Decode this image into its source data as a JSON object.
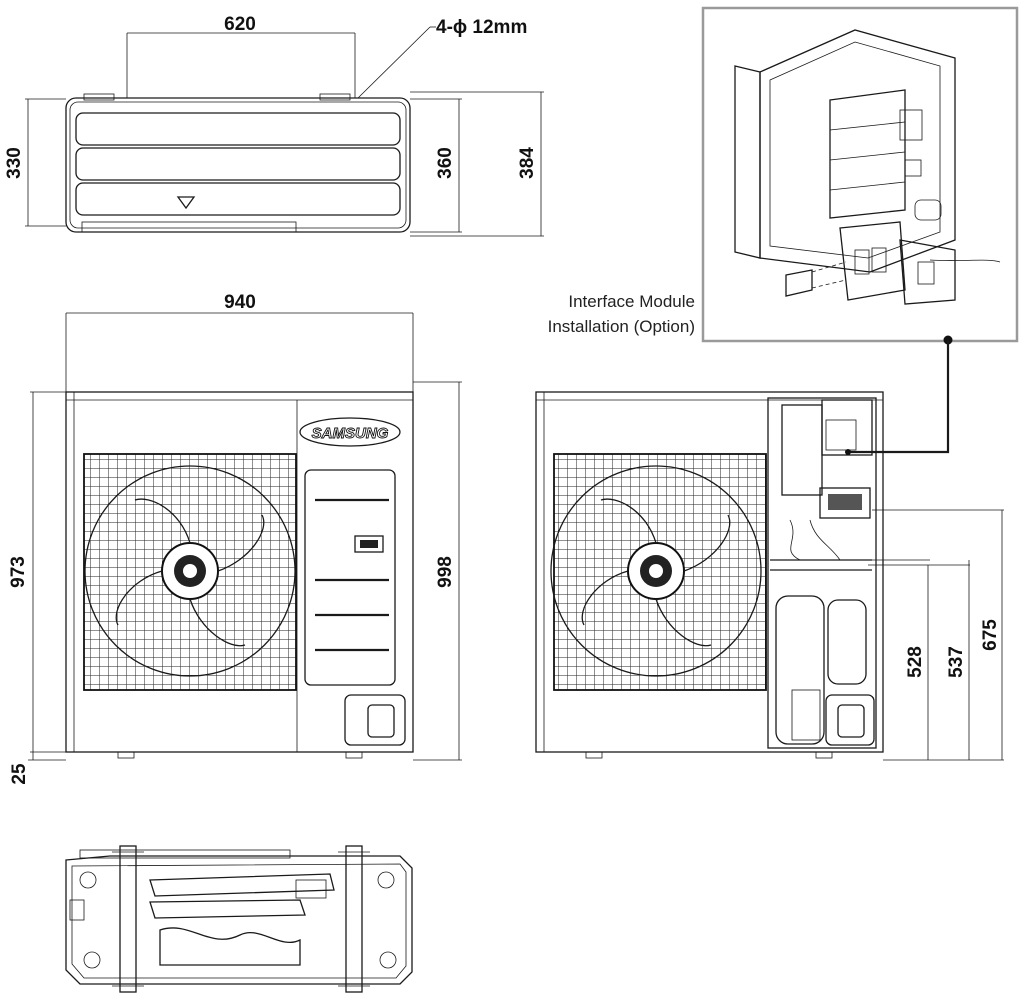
{
  "top_view": {
    "width_dim": "620",
    "hole_note": "4-ϕ 12mm",
    "depth_dim_a": "330",
    "depth_dim_b": "360",
    "depth_dim_c": "384"
  },
  "front_view": {
    "brand": "SAMSUNG",
    "width_dim": "940",
    "height_dim_a": "973",
    "height_dim_b": "998",
    "foot_dim": "25"
  },
  "side_view": {
    "height_dim_a": "528",
    "height_dim_b": "537",
    "height_dim_c": "675"
  },
  "interface_module": {
    "label_line1": "Interface Module",
    "label_line2": "Installation (Option)"
  },
  "colors": {
    "line": "#1a1a1a",
    "panel_border": "#9a9a9a",
    "background": "#ffffff"
  }
}
